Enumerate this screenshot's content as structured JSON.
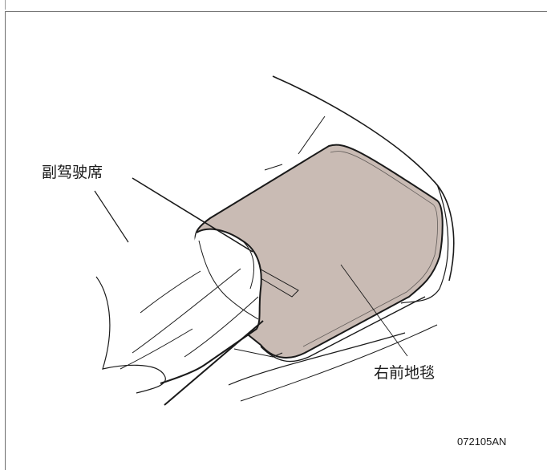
{
  "labels": {
    "passenger_seat": "副驾驶席",
    "right_front_floor_mat": "右前地毯"
  },
  "figure_code": "072105AN",
  "colors": {
    "mat_fill": "#c9bbb4",
    "line": "#1a1a1a",
    "frame": "#6e6e6e"
  }
}
